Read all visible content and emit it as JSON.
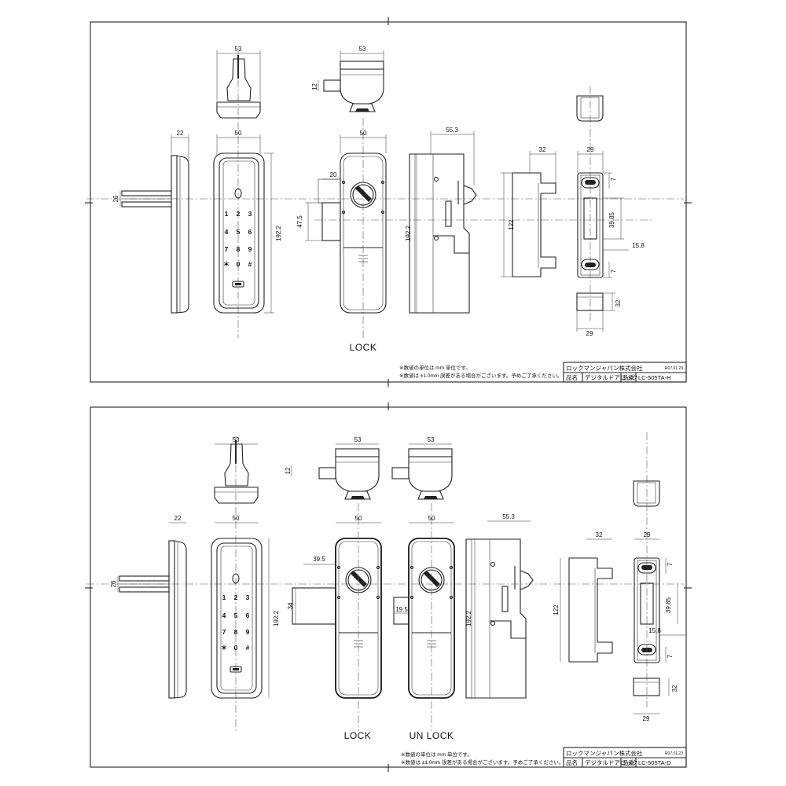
{
  "sheets": [
    {
      "id": "H",
      "labels": {
        "lock": "LOCK"
      },
      "notes": [
        "※数値の単位は mm 単位です。",
        "※数値は ±1.0mm 誤差がある場合がございます。予めご了承ください。"
      ],
      "title_block": {
        "company": "ロックマンジャパン株式会社",
        "date": "R07.01.23",
        "name_label": "品名",
        "name_value": "デジタルドアロック",
        "code_label": "品番",
        "code_value": "LC-505TA-H"
      },
      "dims": {
        "d53a": "53",
        "d53b": "53",
        "d12": "12",
        "d22": "22",
        "d50a": "50",
        "d50b": "50",
        "d55": "55.3",
        "d32a": "32",
        "d29a": "29",
        "d26": "26",
        "d1922a": "192.2",
        "d20": "20",
        "d475": "47.5",
        "d1922b": "192.2",
        "d122": "122",
        "d7a": "7",
        "d3985": "39.85",
        "d158": "15.8",
        "d7b": "7",
        "d32b": "32",
        "d29b": "29"
      }
    },
    {
      "id": "D",
      "labels": {
        "lock": "LOCK",
        "unlock": "UN LOCK"
      },
      "notes": [
        "※数値の単位は mm 単位です。",
        "※数値は ±1.0mm 誤差がある場合がございます。予めご了承ください。"
      ],
      "title_block": {
        "company": "ロックマンジャパン株式会社",
        "date": "R07.01.23",
        "name_label": "品名",
        "name_value": "デジタルドアロック",
        "code_label": "品番",
        "code_value": "LC-505TA-D"
      },
      "dims": {
        "d53a": "53",
        "d53b": "53",
        "d53c": "53",
        "d12": "12",
        "d22": "22",
        "d50a": "50",
        "d50b": "50",
        "d50c": "50",
        "d55": "55.3",
        "d32a": "32",
        "d29a": "29",
        "d26": "26",
        "d1922a": "192.2",
        "d395": "39.5",
        "d34": "34",
        "d195": "19.5",
        "d1922b": "192.2",
        "d122": "122",
        "d7a": "7",
        "d3985": "39.85",
        "d158": "15.8",
        "d7b": "7",
        "d32b": "32",
        "d29b": "29"
      }
    }
  ],
  "keypad": {
    "keys": [
      "1",
      "2",
      "3",
      "4",
      "5",
      "6",
      "7",
      "8",
      "9",
      "＊",
      "0",
      "#"
    ]
  }
}
